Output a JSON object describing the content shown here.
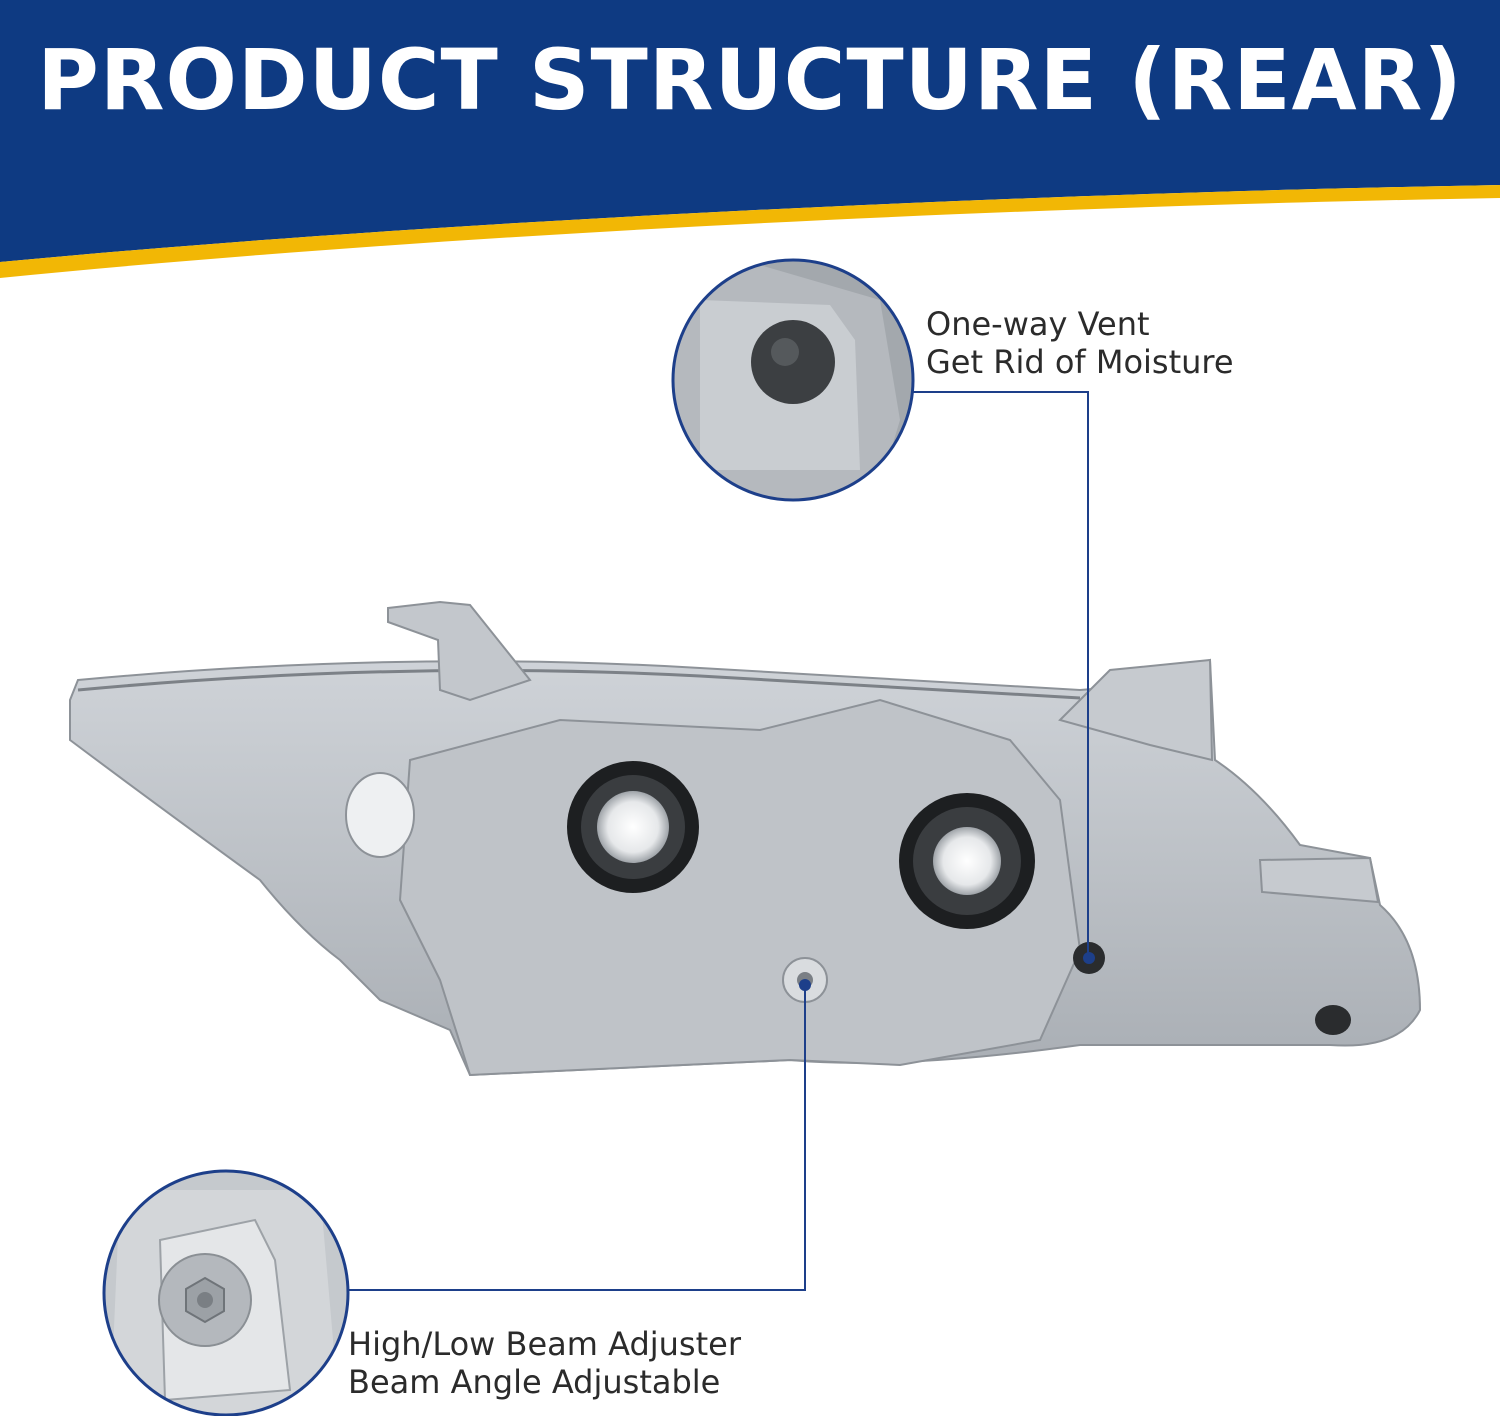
{
  "header": {
    "title": "PRODUCT STRUCTURE (REAR)"
  },
  "callouts": {
    "vent": {
      "line1": "One-way Vent",
      "line2": "Get Rid of Moisture"
    },
    "adjuster": {
      "line1": "High/Low Beam Adjuster",
      "line2": "Beam Angle Adjustable"
    }
  },
  "colors": {
    "banner": "#0e3a82",
    "accent_stripe": "#f2b705",
    "leader_line": "#1d3f8a",
    "housing": "#b9bec4"
  }
}
